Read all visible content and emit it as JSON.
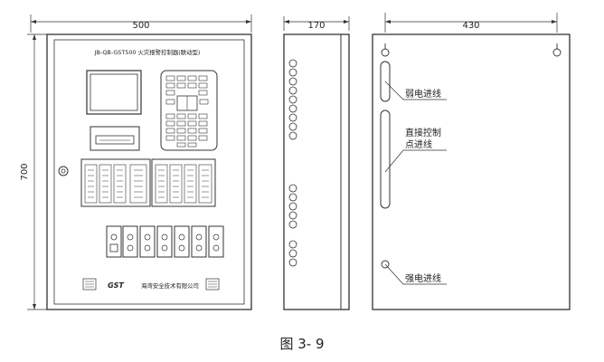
{
  "dimensions": {
    "front_width": "500",
    "front_height": "700",
    "side_depth": "170",
    "back_width": "430"
  },
  "panel": {
    "model_title": "JB-QB-GST500 火灾报警控制器(联动型)",
    "logo_text": "GST",
    "company": "海湾安全技术有限公司"
  },
  "back_labels": {
    "weak_current": "弱电进线",
    "direct_control_line1": "直接控制",
    "direct_control_line2": "点进线",
    "strong_current": "强电进线"
  },
  "caption": "图 3- 9"
}
